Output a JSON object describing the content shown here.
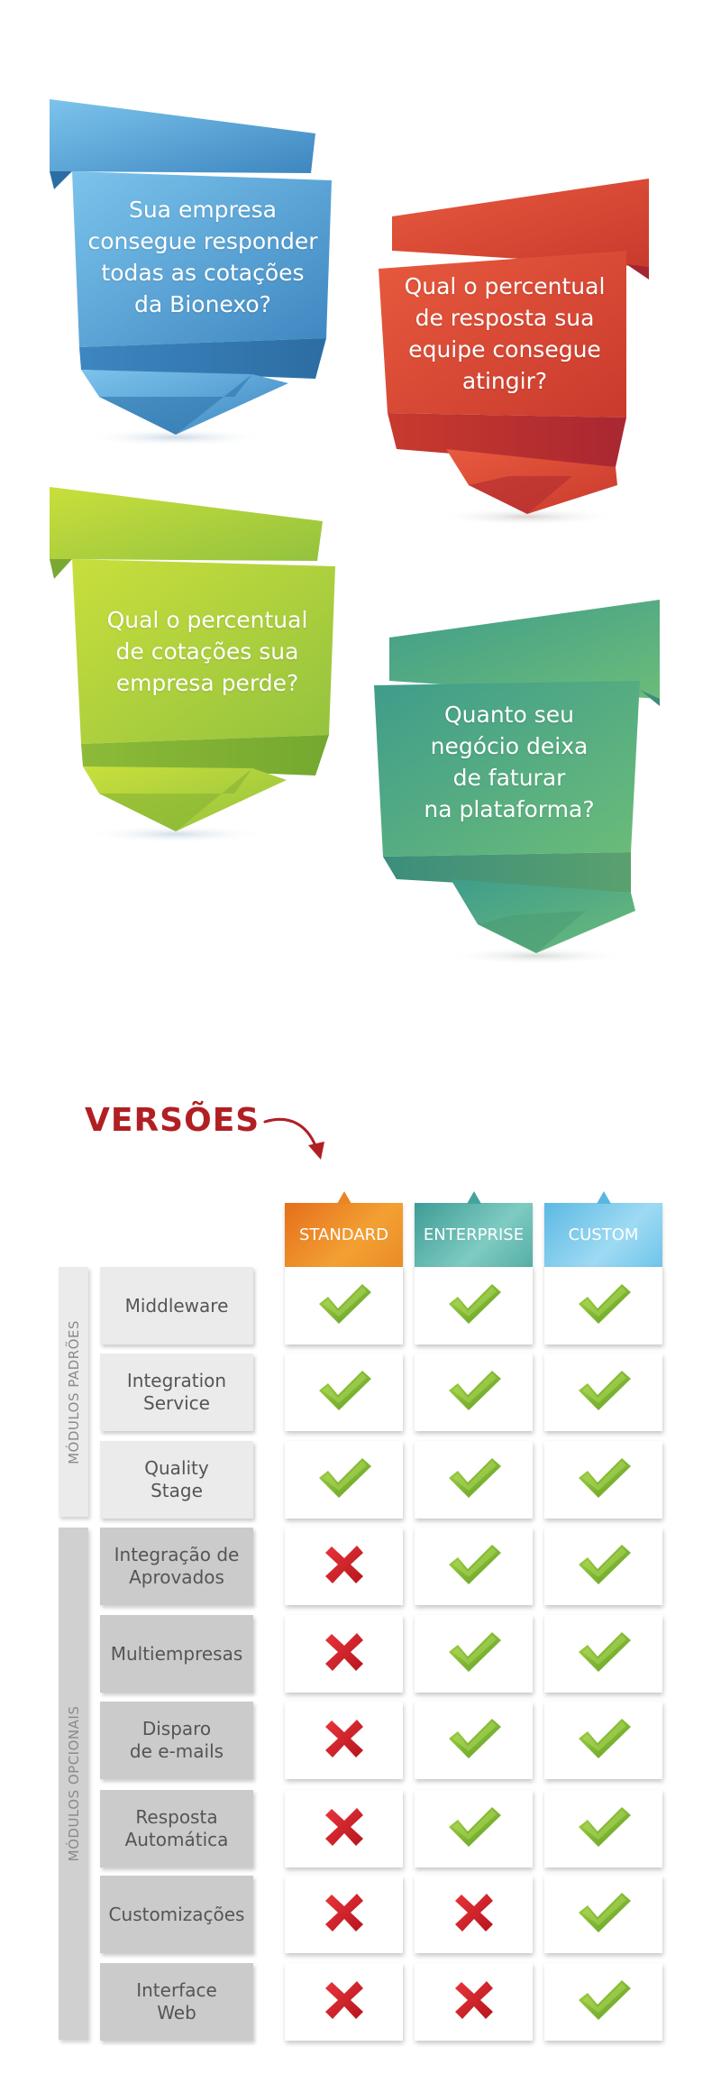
{
  "banners": [
    {
      "text": "Sua empresa\nconsegue responder\ntodas as cotações\nda Bionexo?",
      "color": "#5aa7d9"
    },
    {
      "text": "Qual o percentual\nde resposta sua\nequipe consegue\natingir?",
      "color": "#e04a33"
    },
    {
      "text": "Qual o percentual\nde cotações sua\nempresa perde?",
      "color": "#a8cc3a"
    },
    {
      "text": "Quanto seu\nnegócio deixa\nde faturar\nna plataforma?",
      "color": "#54a983"
    }
  ],
  "versions": {
    "title": "VERSÕES",
    "columns": [
      "STANDARD",
      "ENTERPRISE",
      "CUSTOM"
    ],
    "groups": [
      "MÓDULOS PADRÕES",
      "MÓDULOS OPCIONAIS"
    ],
    "rows": [
      {
        "label": "Middleware",
        "group": "padroes",
        "values": [
          "check",
          "check",
          "check"
        ]
      },
      {
        "label": "Integration\nService",
        "group": "padroes",
        "values": [
          "check",
          "check",
          "check"
        ]
      },
      {
        "label": "Quality\nStage",
        "group": "padroes",
        "values": [
          "check",
          "check",
          "check"
        ]
      },
      {
        "label": "Integração de\nAprovados",
        "group": "opcionais",
        "values": [
          "cross",
          "check",
          "check"
        ]
      },
      {
        "label": "Multiempresas",
        "group": "opcionais",
        "values": [
          "cross",
          "check",
          "check"
        ]
      },
      {
        "label": "Disparo\nde e-mails",
        "group": "opcionais",
        "values": [
          "cross",
          "check",
          "check"
        ]
      },
      {
        "label": "Resposta\nAutomática",
        "group": "opcionais",
        "values": [
          "cross",
          "check",
          "check"
        ]
      },
      {
        "label": "Customizações",
        "group": "opcionais",
        "values": [
          "cross",
          "cross",
          "check"
        ]
      },
      {
        "label": "Interface\nWeb",
        "group": "opcionais",
        "values": [
          "cross",
          "cross",
          "check"
        ]
      }
    ]
  },
  "colors": {
    "title": "#b11f23",
    "check": "#8cc63f",
    "cross": "#d7202b"
  }
}
